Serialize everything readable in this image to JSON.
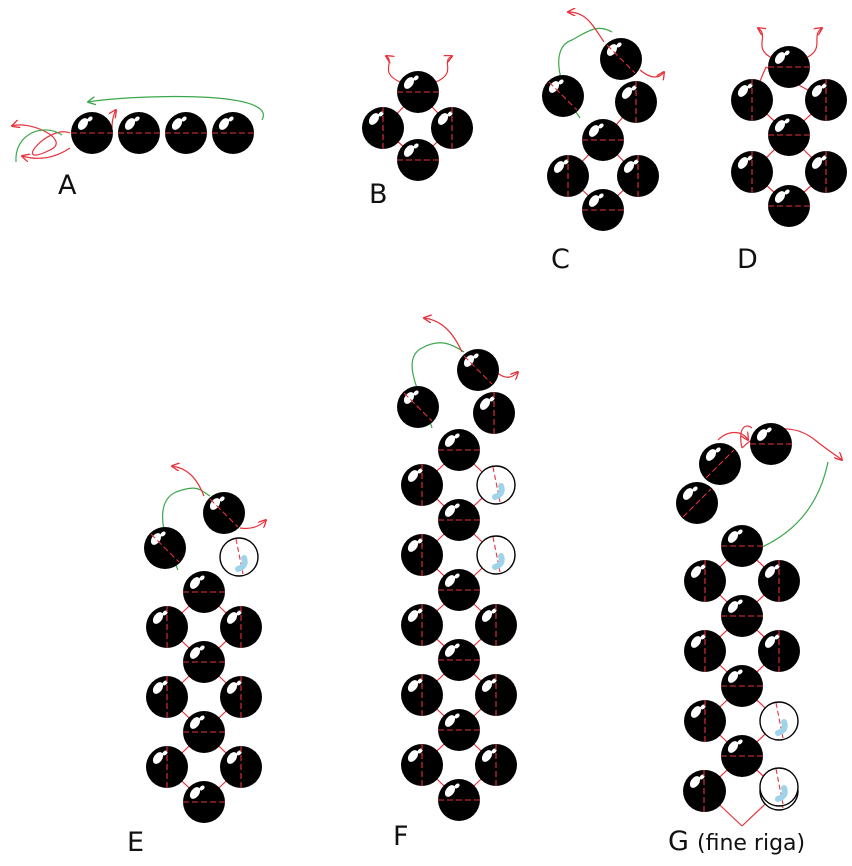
{
  "colors": {
    "bead": "#000000",
    "highlight": "#ffffff",
    "thread_red": "#e8323c",
    "thread_green": "#3aa84a",
    "empty_bead_fill": "#ffffff",
    "empty_bead_mark": "#9fd3ea"
  },
  "labels": {
    "a": "A",
    "b": "B",
    "c": "C",
    "d": "D",
    "e": "E",
    "f": "F",
    "g_main": "G",
    "g_note": "(fine riga)"
  },
  "icons": {
    "bead": "black-bead-icon",
    "empty_bead": "empty-bead-icon",
    "thread_arrow": "arrow-icon"
  }
}
